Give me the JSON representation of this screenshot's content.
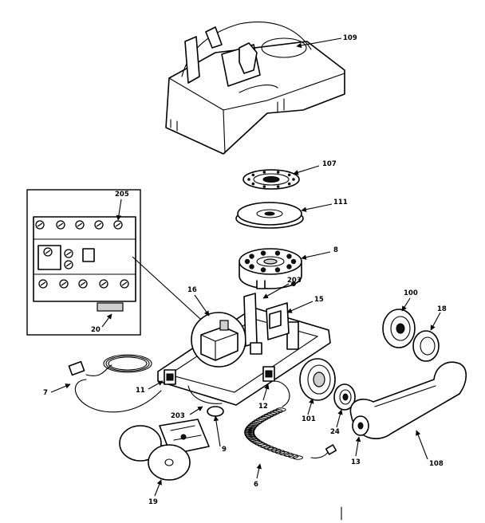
{
  "diagram": {
    "labels": {
      "l109": "109",
      "l107": "107",
      "l111": "111",
      "l8": "8",
      "l205": "205",
      "l20": "20",
      "l16": "16",
      "l203a": "203",
      "l15": "15",
      "l100": "100",
      "l18": "18",
      "l7": "7",
      "l11": "11",
      "l203b": "203",
      "l9": "9",
      "l12": "12",
      "l101": "101",
      "l24": "24",
      "l13": "13",
      "l108": "108",
      "l19": "19",
      "l6": "6"
    }
  }
}
